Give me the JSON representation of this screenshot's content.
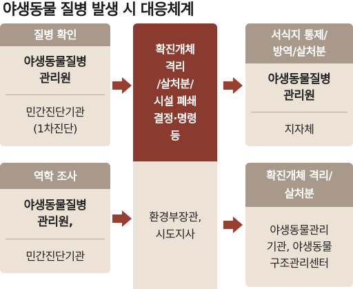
{
  "title": "야생동물 질병 발생 시 대응체계",
  "left_top": {
    "header": "질병 확인",
    "primary": "야생동물질병\n관리원",
    "secondary": "민간진단기관\n(1차진단)"
  },
  "left_bottom": {
    "header": "역학 조사",
    "primary": "야생동물질병\n관리원,",
    "secondary": "민간진단기관"
  },
  "center": {
    "action": "확진개체\n격리\n/살처분/\n시설 폐쇄\n결정·명령\n등",
    "authority": "환경부장관,\n시도지사"
  },
  "right_top": {
    "header": "서식지 통제/\n방역/살처분",
    "primary": "야생동물질병\n관리원",
    "secondary": "지자체"
  },
  "right_bottom": {
    "header": "확진개체 격리/\n살처분",
    "secondary": "야생동물관리\n기관, 야생동물\n구조관리센터"
  },
  "colors": {
    "box_bg": "#ece3d6",
    "header_bg": "#a9998a",
    "center_accent": "#8b3b2e",
    "arrow": "#9a3f30"
  }
}
